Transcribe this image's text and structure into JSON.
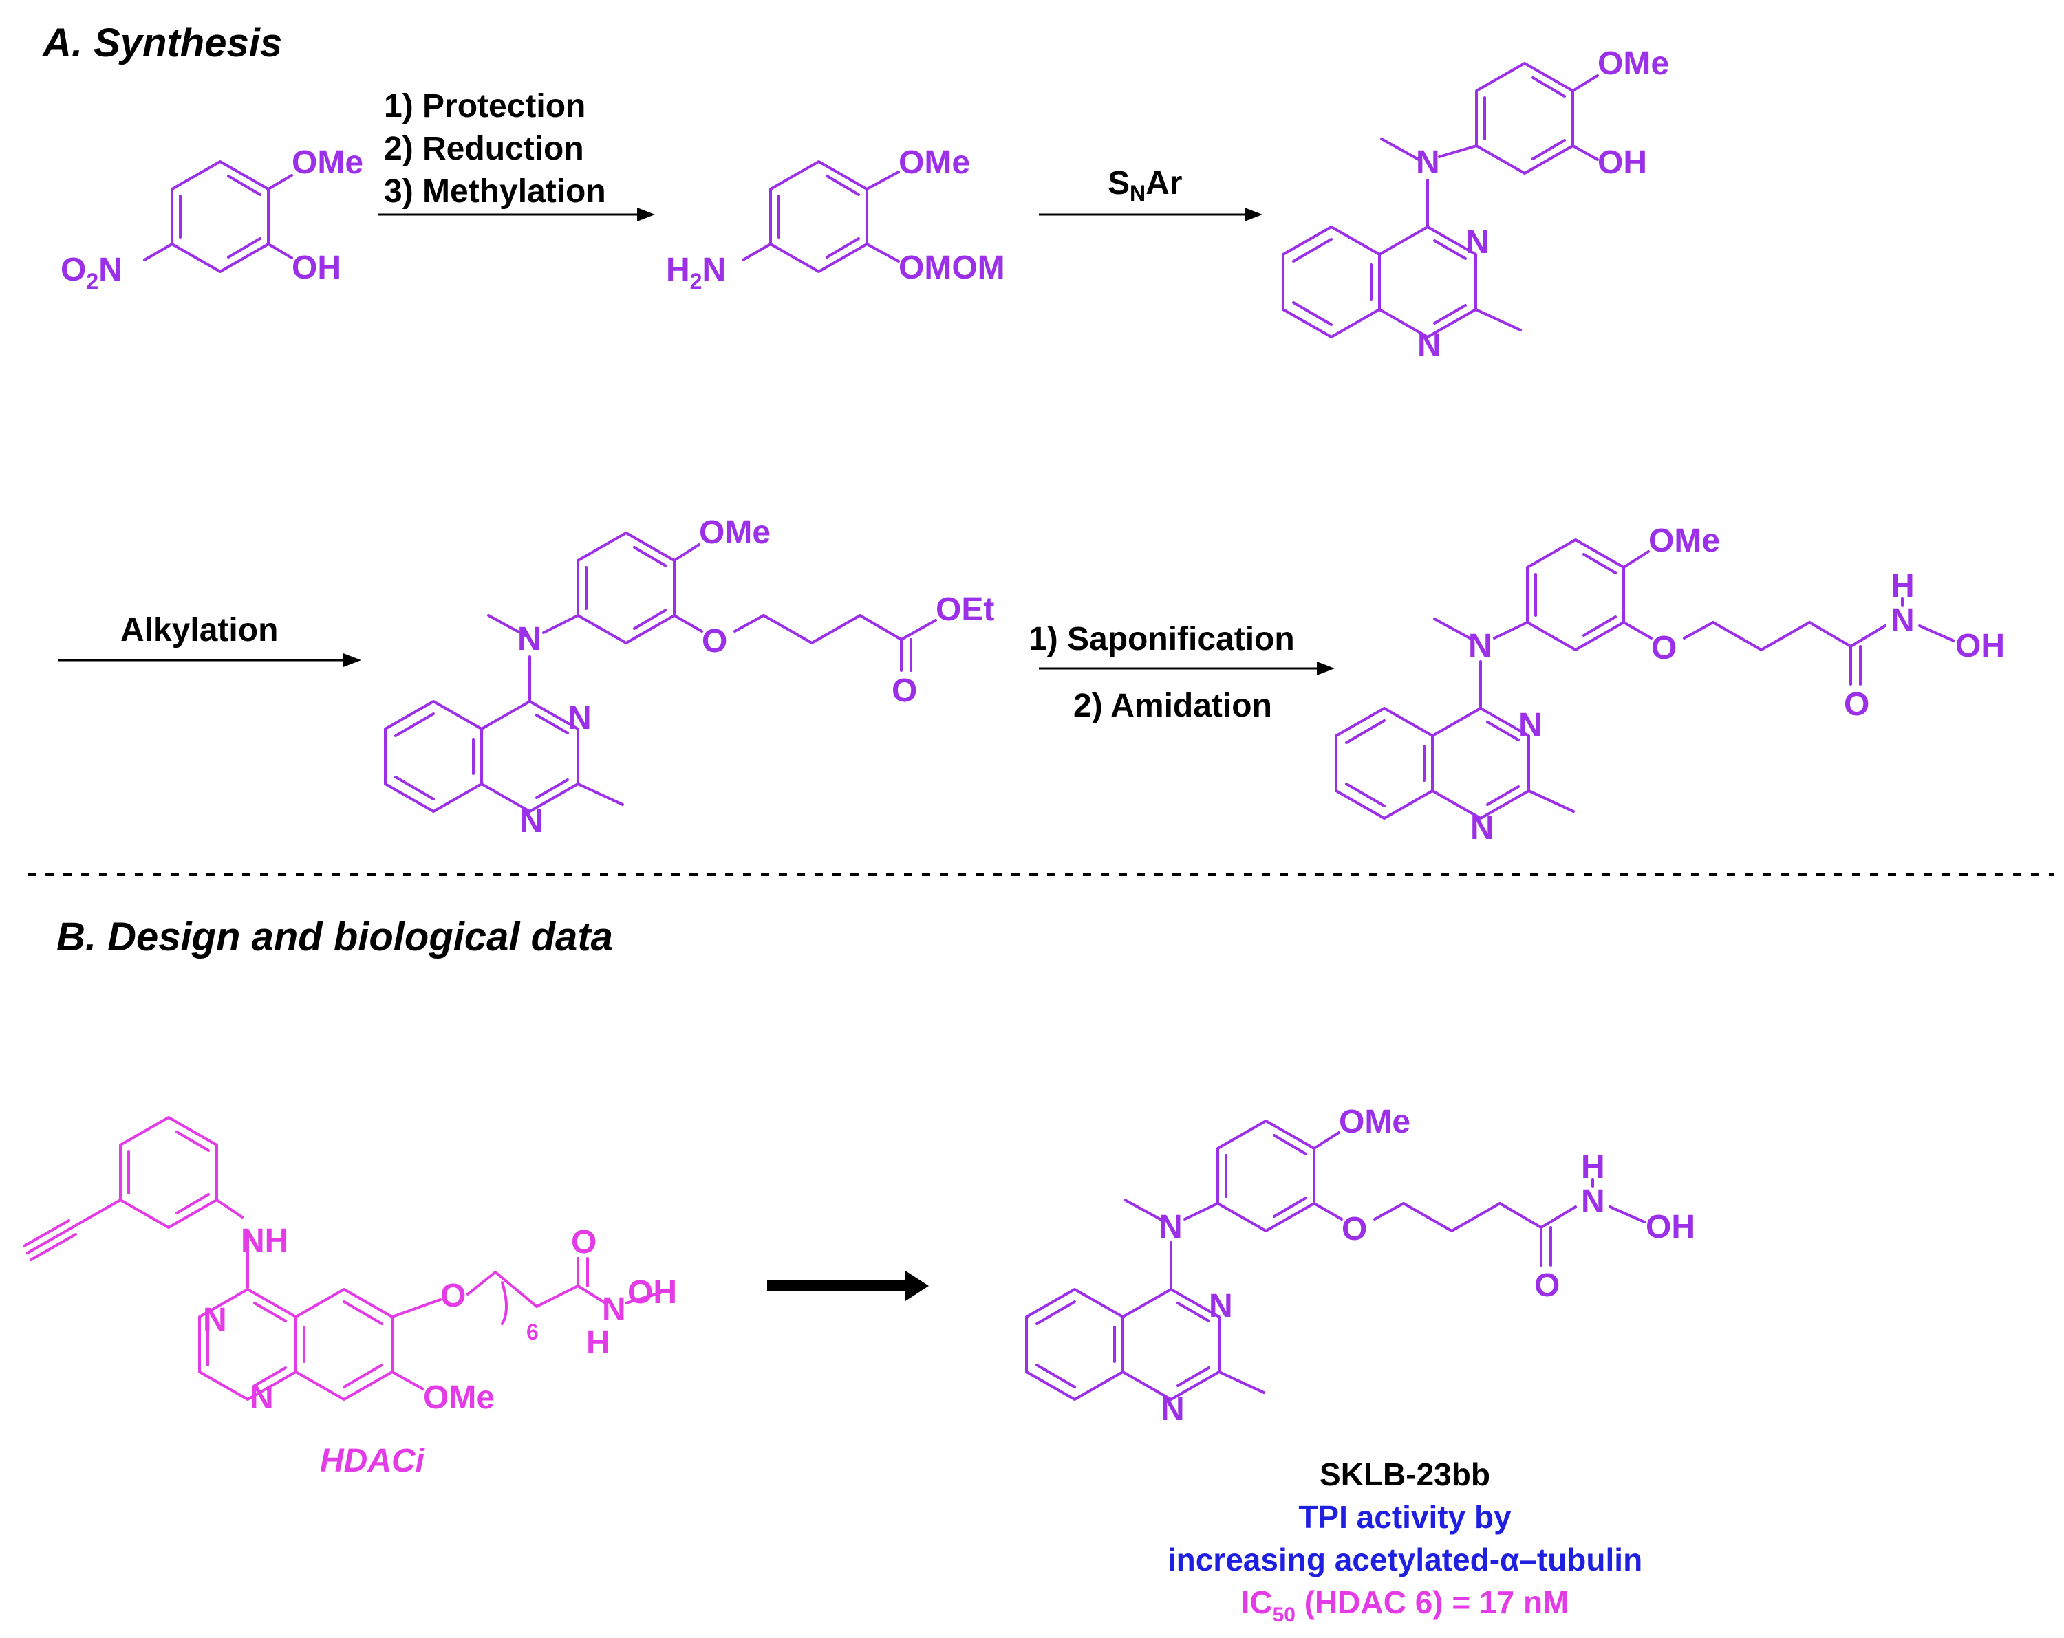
{
  "headings": {
    "synthesis": "A. Synthesis",
    "design": "B. Design and biological data"
  },
  "reaction_1": {
    "conditions": [
      "1) Protection",
      "2) Reduction",
      "3) Methylation"
    ]
  },
  "reaction_2": {
    "reagent_main": "S",
    "reagent_sub": "N",
    "reagent_tail": "Ar"
  },
  "reaction_3": {
    "conditions": [
      "Alkylation"
    ]
  },
  "reaction_4": {
    "conditions": [
      "1) Saponification",
      "2) Amidation"
    ]
  },
  "compounds": {
    "nitro_phenol": {
      "labels": {
        "o2n": "O",
        "o2n_sub": "2",
        "o2n_tail": "N",
        "ome": "OMe",
        "oh": "OH"
      }
    },
    "mom_aniline": {
      "labels": {
        "h2n": "H",
        "h2n_sub": "2",
        "h2n_tail": "N",
        "ome": "OMe",
        "omom": "OMOM"
      }
    },
    "phenol_quinazoline": {
      "labels": {
        "n_amine": "N",
        "ome": "OMe",
        "oh": "OH",
        "n3": "N",
        "n1": "N"
      }
    },
    "ester": {
      "labels": {
        "n_amine": "N",
        "ome": "OMe",
        "o_ether": "O",
        "oet": "OEt",
        "o_carbonyl": "O",
        "n3": "N",
        "n1": "N"
      }
    },
    "hydroxamic_acid": {
      "labels": {
        "n_amine": "N",
        "ome": "OMe",
        "o_ether": "O",
        "h": "H",
        "n_oh": "N",
        "oh": "OH",
        "o_carbonyl": "O",
        "n3": "N",
        "n1": "N"
      }
    },
    "hdaci": {
      "labels": {
        "nh": "NH",
        "o_ether": "O",
        "chain_n": "6",
        "o_carbonyl": "O",
        "n_hydrox": "N",
        "oh": "OH",
        "h": "H",
        "n3": "N",
        "n1": "N",
        "ome": "OMe"
      },
      "caption": "HDACi"
    },
    "sklb_23bb": {
      "labels": {
        "n_amine": "N",
        "ome": "OMe",
        "o_ether": "O",
        "h": "H",
        "n_oh": "N",
        "oh": "OH",
        "o_carbonyl": "O",
        "n3": "N",
        "n1": "N"
      },
      "name": "SKLB-23bb",
      "activity_line1": "TPI activity by",
      "activity_line2": "increasing acetylated-α–tubulin",
      "ic50_main": "IC",
      "ic50_sub": "50",
      "ic50_tail": " (HDAC 6) = 17 nM"
    }
  },
  "colors": {
    "structure": "#9b30e8",
    "hdaci": "#e33be6",
    "activity_text": "#1f1fe0",
    "ic50_text": "#e33be6",
    "text": "#000000"
  }
}
